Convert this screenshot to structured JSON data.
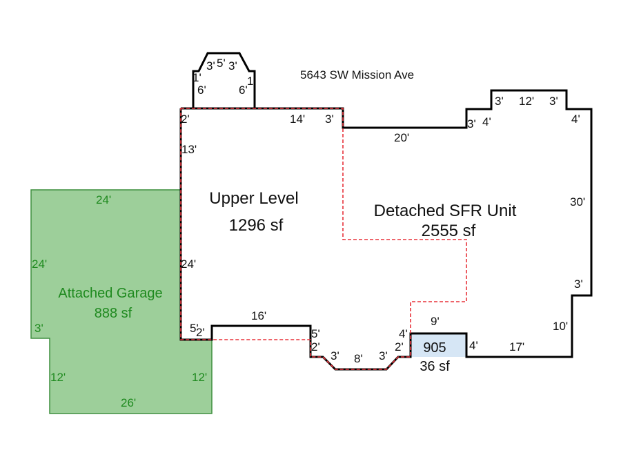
{
  "address": "5643 SW Mission Ave",
  "colors": {
    "garage_fill": "#9dcf9a",
    "garage_stroke": "#3f8f3f",
    "upper_level_outline": "#e8323a",
    "small_area_fill": "#d6e6f5",
    "outline": "#000000"
  },
  "areas": {
    "upper_level": {
      "name": "Upper Level",
      "size": "1296 sf"
    },
    "detached_sfr": {
      "name": "Detached SFR Unit",
      "size": "2555 sf"
    },
    "garage": {
      "name": "Attached Garage",
      "size": "888 sf"
    },
    "small_area": {
      "name": "905",
      "size": "36 sf"
    }
  },
  "dims": {
    "bump_left_1": "1'",
    "bump_3a": "3'",
    "bump_5": "5'",
    "bump_3b": "3'",
    "bump_right_1": "1",
    "bump_6a": "6'",
    "bump_6b": "6'",
    "top_2": "2'",
    "top_14": "14'",
    "top_3": "3'",
    "left_13": "13'",
    "mid_20": "20'",
    "r_3a": "3'",
    "r_4a": "4'",
    "r_3b": "3'",
    "r_12": "12'",
    "r_3c": "3'",
    "r_4b": "4'",
    "r_30": "30'",
    "r_3d": "3'",
    "r_10": "10'",
    "r_17": "17'",
    "box_9": "9'",
    "box_4a": "4'",
    "box_4b": "4'",
    "left_24": "24'",
    "b_16": "16'",
    "b_5a": "5'",
    "b_2a": "2'",
    "b_5b": "5'",
    "b_2b": "2'",
    "b_3a": "3'",
    "b_8": "8'",
    "b_3b": "3'",
    "b_2c": "2'",
    "g_24_top": "24'",
    "g_24_left": "24'",
    "g_3": "3'",
    "g_12_left": "12'",
    "g_12_right": "12'",
    "g_26": "26'"
  }
}
